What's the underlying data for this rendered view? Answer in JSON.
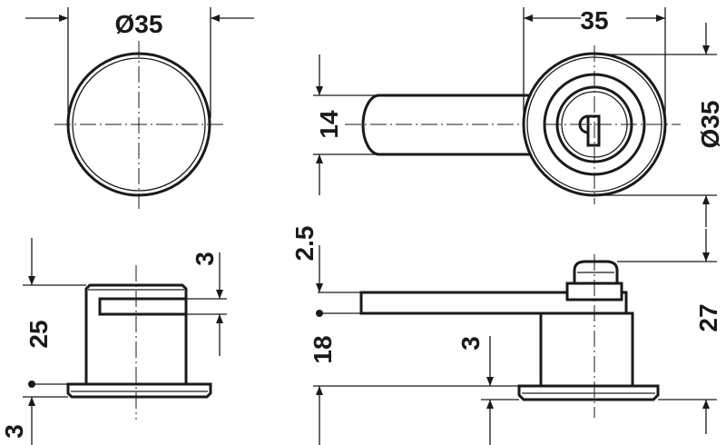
{
  "views": {
    "front_left": {
      "diameter_label": "Ø35"
    },
    "front_right": {
      "width_label": "35",
      "diameter_label": "Ø35",
      "bar_height_label": "14"
    },
    "side_left": {
      "height_label": "25",
      "slot_label": "3",
      "flange_label": "3"
    },
    "side_right": {
      "bar_offset_label": "2.5",
      "bar_to_flange_label": "18",
      "flange_label": "3",
      "total_height_label": "27"
    }
  }
}
